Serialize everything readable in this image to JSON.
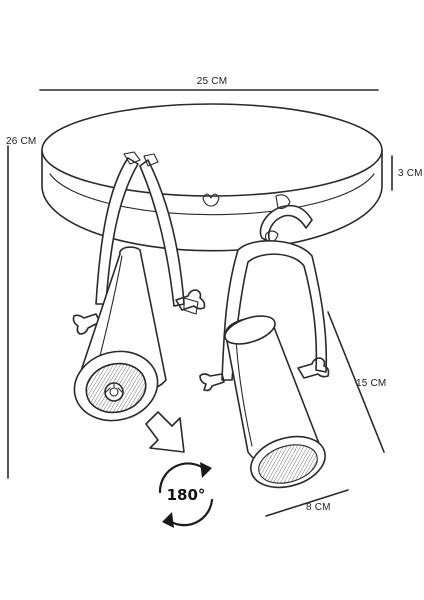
{
  "dimensions": {
    "width": "25 CM",
    "height": "26 CM",
    "plate_thickness": "3 CM",
    "arm_length": "15 CM",
    "spot_diameter": "8 CM"
  },
  "rotation_badge": {
    "label": "180°"
  }
}
